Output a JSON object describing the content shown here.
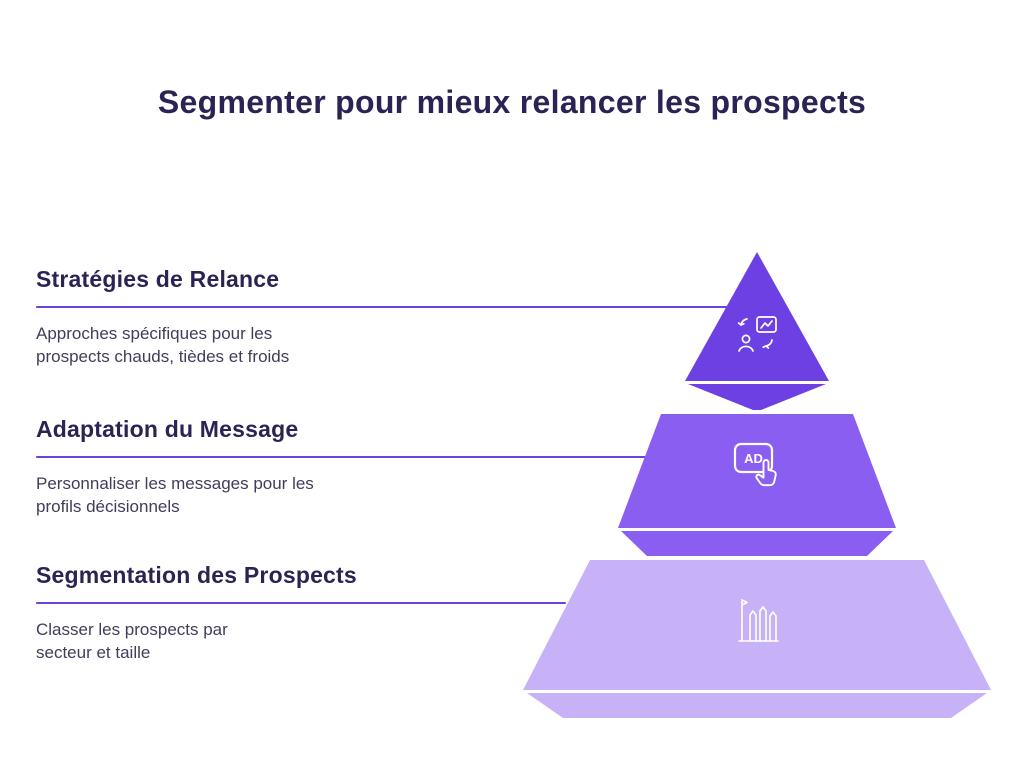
{
  "title": "Segmenter pour mieux relancer les prospects",
  "colors": {
    "tier_top": "#6c40e2",
    "tier_middle": "#8a5ef0",
    "tier_bottom": "#c8b2f7",
    "divider": "#6d40e0",
    "heading_text": "#2b2353",
    "body_text": "#413d58",
    "icon_stroke": "#ffffff"
  },
  "sections": [
    {
      "heading": "Stratégies de Relance",
      "body": "Approches spécifiques pour les prospects chauds, tièdes et froids",
      "icon": "presentation-chart-icon"
    },
    {
      "heading": "Adaptation du Message",
      "body": "Personnaliser les messages pour les profils décisionnels",
      "icon": "ad-click-icon",
      "icon_label": "AD"
    },
    {
      "heading": "Segmentation des Prospects",
      "body": "Classer les prospects par secteur et taille",
      "icon": "bar-chart-icon"
    }
  ]
}
